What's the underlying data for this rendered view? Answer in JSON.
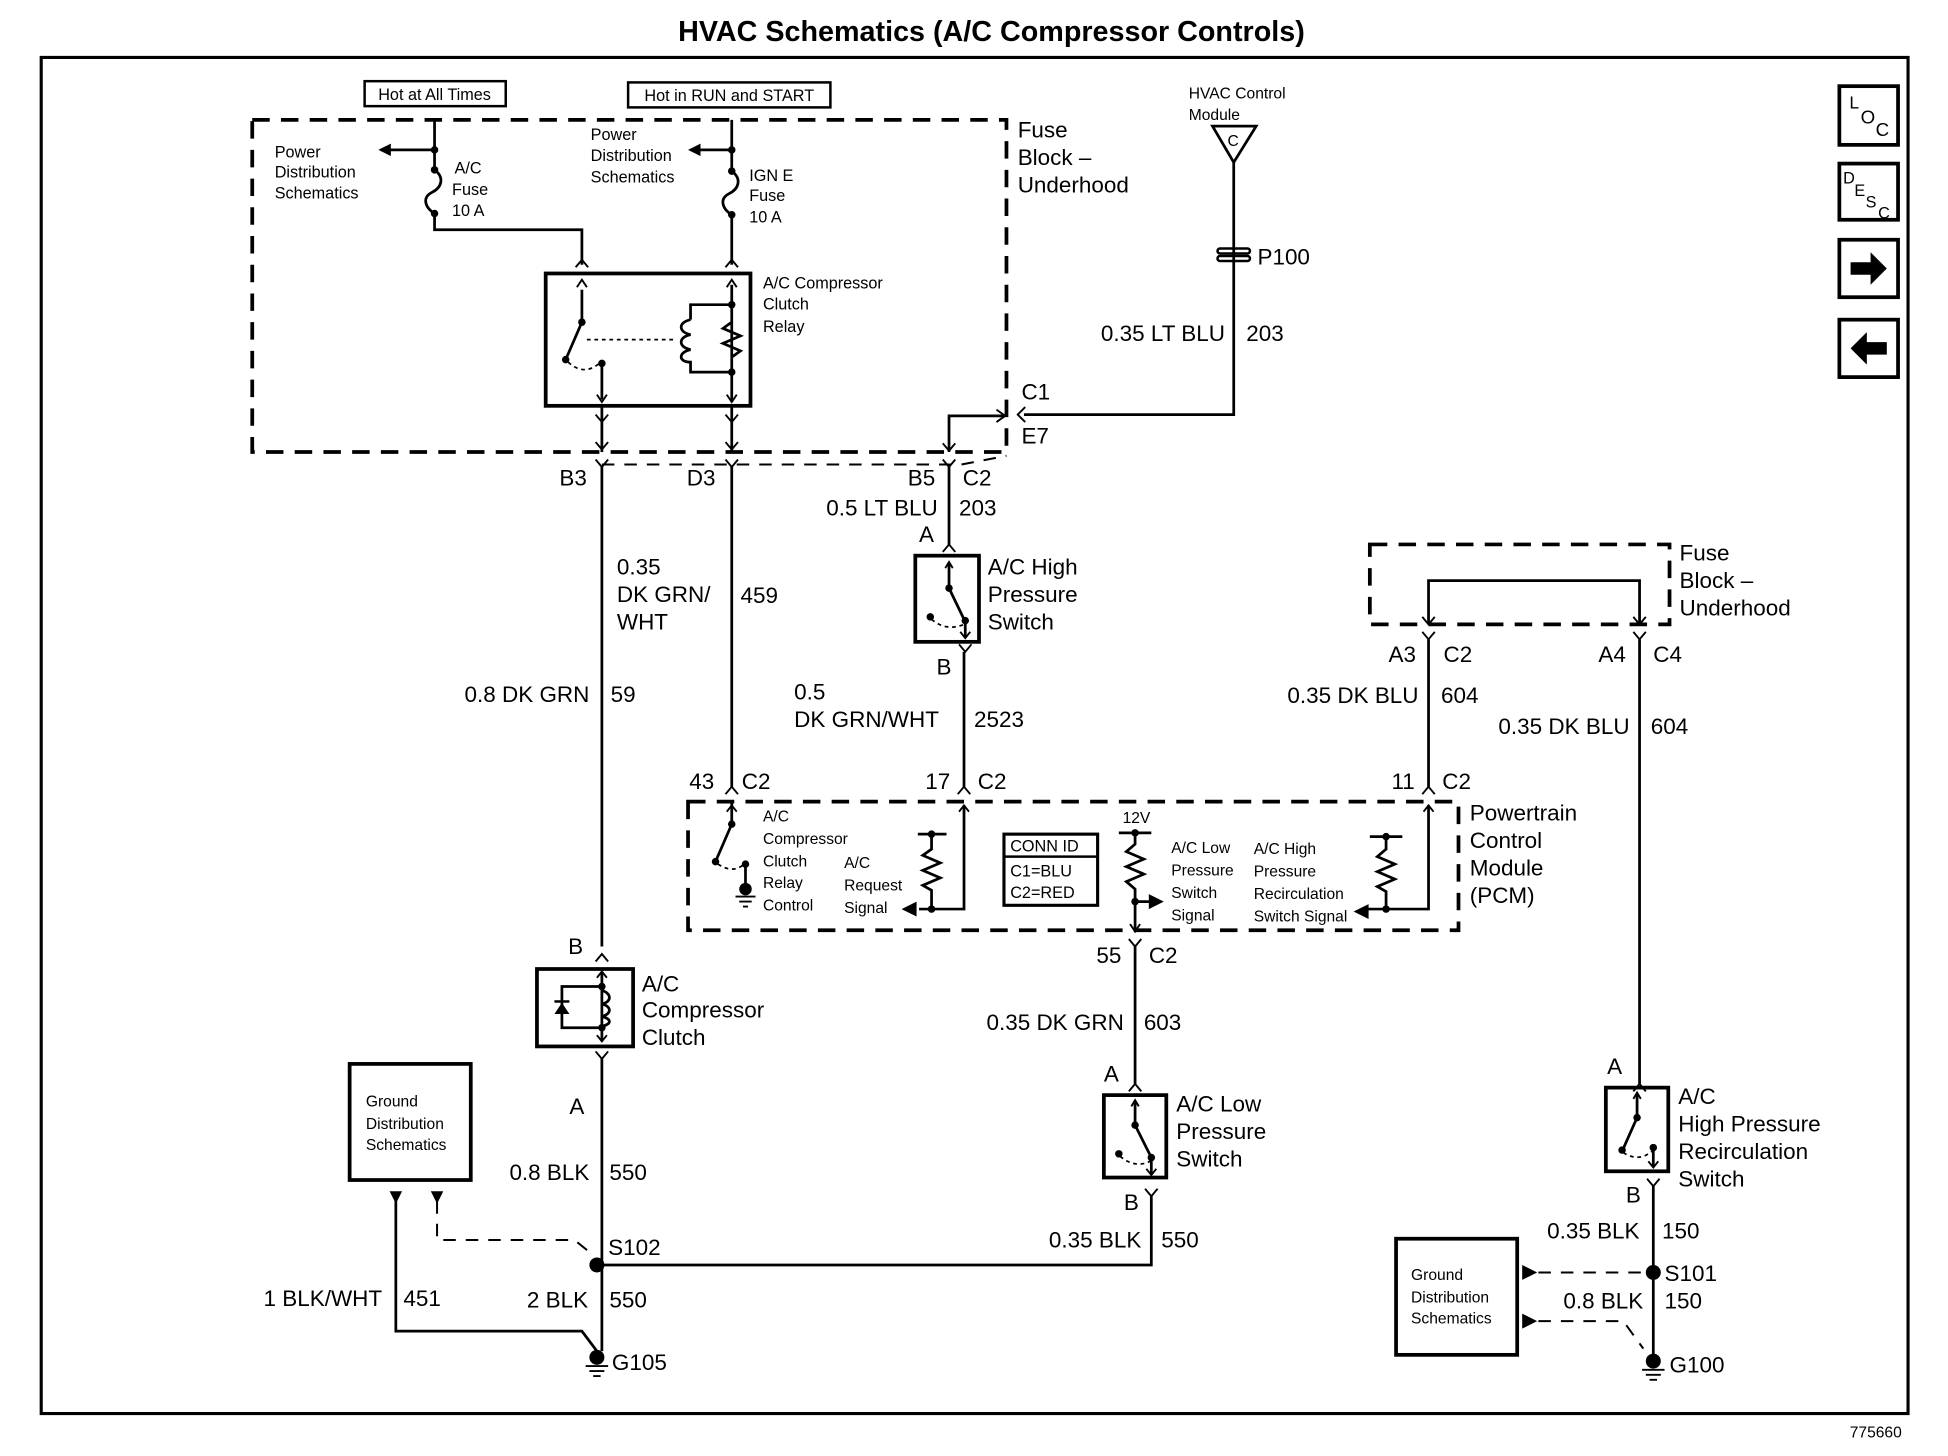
{
  "title": "HVAC Schematics (A/C Compressor Controls)",
  "figure_number": "775660",
  "nav_buttons": [
    {
      "id": "loc",
      "label": "LOC",
      "icon": "location-icon"
    },
    {
      "id": "desc",
      "label": "DESC",
      "icon": "description-icon"
    },
    {
      "id": "next",
      "label": "",
      "icon": "arrow-right-icon"
    },
    {
      "id": "prev",
      "label": "",
      "icon": "arrow-left-icon"
    }
  ],
  "power_sources": {
    "hot_all_times": "Hot at All Times",
    "hot_run_start": "Hot in RUN and START"
  },
  "fuse_block_top": {
    "label": [
      "Fuse",
      "Block –",
      "Underhood"
    ],
    "power_dist_left": [
      "Power",
      "Distribution",
      "Schematics"
    ],
    "power_dist_right": [
      "Power",
      "Distribution",
      "Schematics"
    ],
    "fuse_ac": [
      "A/C",
      "Fuse",
      "10 A"
    ],
    "fuse_ign": [
      "IGN E",
      "Fuse",
      "10 A"
    ],
    "relay": [
      "A/C Compressor",
      "Clutch",
      "Relay"
    ],
    "connector_c1": "C1",
    "connector_e7": "E7"
  },
  "hvac_module": {
    "label": [
      "HVAC Control",
      "Module"
    ],
    "connector": "C",
    "splice": "P100",
    "wire": {
      "gauge_color": "0.35 LT BLU",
      "circuit": "203"
    }
  },
  "pins": {
    "b3": "B3",
    "d3": "D3",
    "b5": "B5",
    "b5_conn": "C2",
    "hp_a": "A",
    "hp_b": "B",
    "pcm_43": "43",
    "pcm_43_conn": "C2",
    "pcm_17": "17",
    "pcm_17_conn": "C2",
    "pcm_11": "11",
    "pcm_11_conn": "C2",
    "pcm_55": "55",
    "pcm_55_conn": "C2",
    "fb_a3": "A3",
    "fb_a3_conn": "C2",
    "fb_a4": "A4",
    "fb_a4_conn": "C4",
    "clutch_b": "B",
    "clutch_a": "A",
    "lp_a": "A",
    "lp_b": "B",
    "hpr_a": "A",
    "hpr_b": "B"
  },
  "wires": [
    {
      "id": "w_b5",
      "gauge_color": "0.5 LT BLU",
      "circuit": "203"
    },
    {
      "id": "w_d3",
      "gauge_color": [
        "0.35",
        "DK GRN/",
        "WHT"
      ],
      "circuit": "459"
    },
    {
      "id": "w_b3",
      "gauge_color": "0.8 DK GRN",
      "circuit": "59"
    },
    {
      "id": "w_hp",
      "gauge_color": [
        "0.5",
        "DK GRN/WHT"
      ],
      "circuit": "2523"
    },
    {
      "id": "w_a3",
      "gauge_color": "0.35 DK BLU",
      "circuit": "604"
    },
    {
      "id": "w_a4",
      "gauge_color": "0.35 DK BLU",
      "circuit": "604"
    },
    {
      "id": "w_55",
      "gauge_color": "0.35 DK GRN",
      "circuit": "603"
    },
    {
      "id": "w_clutch_a",
      "gauge_color": "0.8 BLK",
      "circuit": "550"
    },
    {
      "id": "w_lp_b",
      "gauge_color": "0.35 BLK",
      "circuit": "550"
    },
    {
      "id": "w_s102",
      "gauge_color": "2 BLK",
      "circuit": "550"
    },
    {
      "id": "w_451",
      "gauge_color": "1 BLK/WHT",
      "circuit": "451"
    },
    {
      "id": "w_hpr_b",
      "gauge_color": "0.35 BLK",
      "circuit": "150"
    },
    {
      "id": "w_s101",
      "gauge_color": "0.8 BLK",
      "circuit": "150"
    }
  ],
  "components": {
    "hp_switch": [
      "A/C High",
      "Pressure",
      "Switch"
    ],
    "fuse_block_right": [
      "Fuse",
      "Block –",
      "Underhood"
    ],
    "pcm": [
      "Powertrain",
      "Control",
      "Module",
      "(PCM)"
    ],
    "pcm_relay_ctrl": [
      "A/C",
      "Compressor",
      "Clutch",
      "Relay",
      "Control"
    ],
    "pcm_request": [
      "A/C",
      "Request",
      "Signal"
    ],
    "conn_id": {
      "header": "CONN ID",
      "c1": "C1=BLU",
      "c2": "C2=RED"
    },
    "pcm_12v": "12V",
    "pcm_low_sig": [
      "A/C Low",
      "Pressure",
      "Switch",
      "Signal"
    ],
    "pcm_high_sig": [
      "A/C High",
      "Pressure",
      "Recirculation",
      "Switch Signal"
    ],
    "clutch": [
      "A/C",
      "Compressor",
      "Clutch"
    ],
    "lp_switch": [
      "A/C Low",
      "Pressure",
      "Switch"
    ],
    "hpr_switch": [
      "A/C",
      "High Pressure",
      "Recirculation",
      "Switch"
    ],
    "ground_dist_left": [
      "Ground",
      "Distribution",
      "Schematics"
    ],
    "ground_dist_right": [
      "Ground",
      "Distribution",
      "Schematics"
    ],
    "splice_s102": "S102",
    "splice_s101": "S101",
    "ground_g105": "G105",
    "ground_g100": "G100"
  }
}
